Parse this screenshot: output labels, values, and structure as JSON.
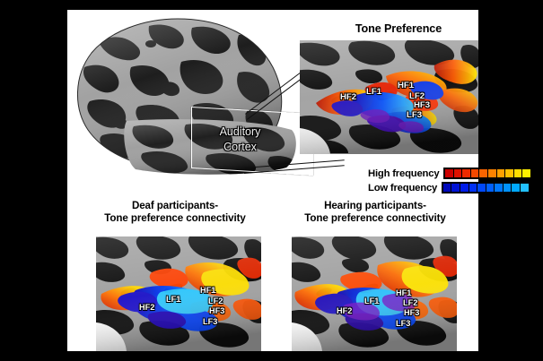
{
  "figure": {
    "background_color": "#000000",
    "panel_color": "#ffffff",
    "main_brain": {
      "roi_label_line1": "Auditory",
      "roi_label_line2": "Cortex",
      "roi_box_name": "auditory-cortex-callout-box"
    },
    "inset": {
      "title": "Tone Preference",
      "labels": [
        "HF2",
        "LF1",
        "HF1",
        "LF2",
        "HF3",
        "LF3"
      ]
    },
    "legend": {
      "high": {
        "label": "High frequency",
        "colors": [
          "#cc0000",
          "#e01000",
          "#ee2a00",
          "#f44800",
          "#fa6400",
          "#fd8200",
          "#ffa000",
          "#ffc000",
          "#ffdd00",
          "#fff000"
        ]
      },
      "low": {
        "label": "Low frequency",
        "colors": [
          "#0008bb",
          "#0012d4",
          "#001ce8",
          "#0030f4",
          "#0048fb",
          "#0060ff",
          "#0078ff",
          "#0092ff",
          "#00a8ff",
          "#22c0ff"
        ]
      }
    },
    "bottom_left": {
      "title_line1": "Deaf participants-",
      "title_line2": "Tone preference connectivity",
      "labels": [
        "HF2",
        "LF1",
        "HF1",
        "LF2",
        "HF3",
        "LF3"
      ]
    },
    "bottom_right": {
      "title_line1": "Hearing participants-",
      "title_line2": "Tone preference connectivity",
      "labels": [
        "HF2",
        "LF1",
        "HF1",
        "LF2",
        "HF3",
        "LF3"
      ]
    }
  }
}
